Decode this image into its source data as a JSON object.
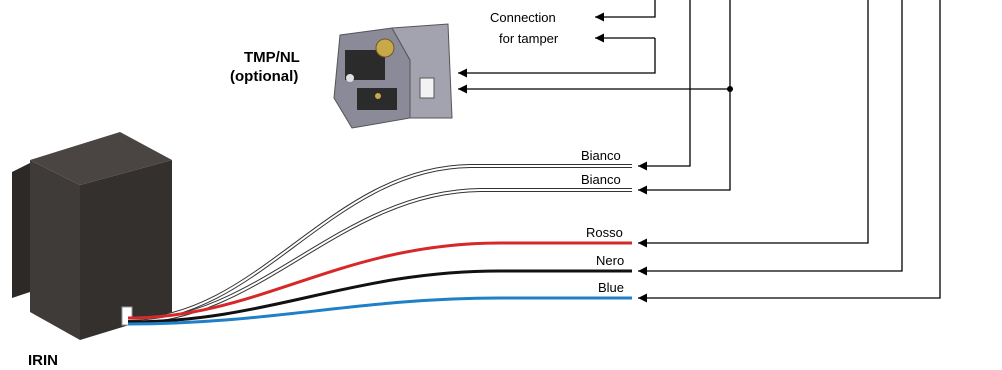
{
  "connection_label_line1": "Connection",
  "connection_label_line2": "for tamper",
  "tamper_title": "TMP/NL",
  "tamper_subtitle": "(optional)",
  "device_label": "IRIN",
  "wires": [
    {
      "label": "Bianco",
      "color": "#ffffff"
    },
    {
      "label": "Bianco",
      "color": "#ffffff"
    },
    {
      "label": "Rosso",
      "color": "#d62828"
    },
    {
      "label": "Nero",
      "color": "#111111"
    },
    {
      "label": "Blue",
      "color": "#1f7fc7"
    }
  ],
  "colors": {
    "line": "#000000",
    "device_front": "#3f3b39",
    "device_side": "#2c2927",
    "device_top": "#56514e",
    "bracket": "#7a7a88"
  }
}
